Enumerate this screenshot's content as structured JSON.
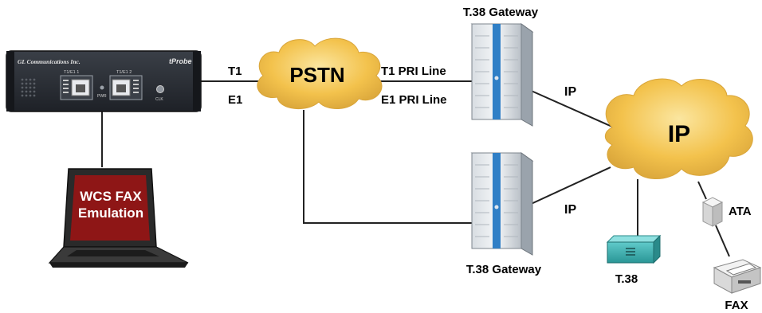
{
  "device": {
    "brand": "GL Communications Inc.",
    "product": "tProbe",
    "port1_label": "T1/E1 1",
    "port2_label": "T1/E1 2",
    "pwr_label": "PWR",
    "clk_label": "CLK"
  },
  "laptop": {
    "screen_line1": "WCS FAX",
    "screen_line2": "Emulation"
  },
  "links": {
    "t1": "T1",
    "e1": "E1",
    "t1_pri": "T1 PRI Line",
    "e1_pri": "E1 PRI Line",
    "ip_top": "IP",
    "ip_bottom": "IP"
  },
  "clouds": {
    "pstn": "PSTN",
    "ip": "IP"
  },
  "gateways": {
    "top_label": "T.38 Gateway",
    "bottom_label": "T.38 Gateway"
  },
  "endpoints": {
    "t38_device": "T.38",
    "ata": "ATA",
    "fax": "FAX"
  },
  "colors": {
    "cloud_fill": "#f3c24c",
    "cloud_edge": "#d9a53a",
    "laptop_screen": "#8e1616",
    "device_body": "#2b2f36",
    "gateway_stripe": "#2f7fc6",
    "t38_box": "#3ab0b0"
  }
}
